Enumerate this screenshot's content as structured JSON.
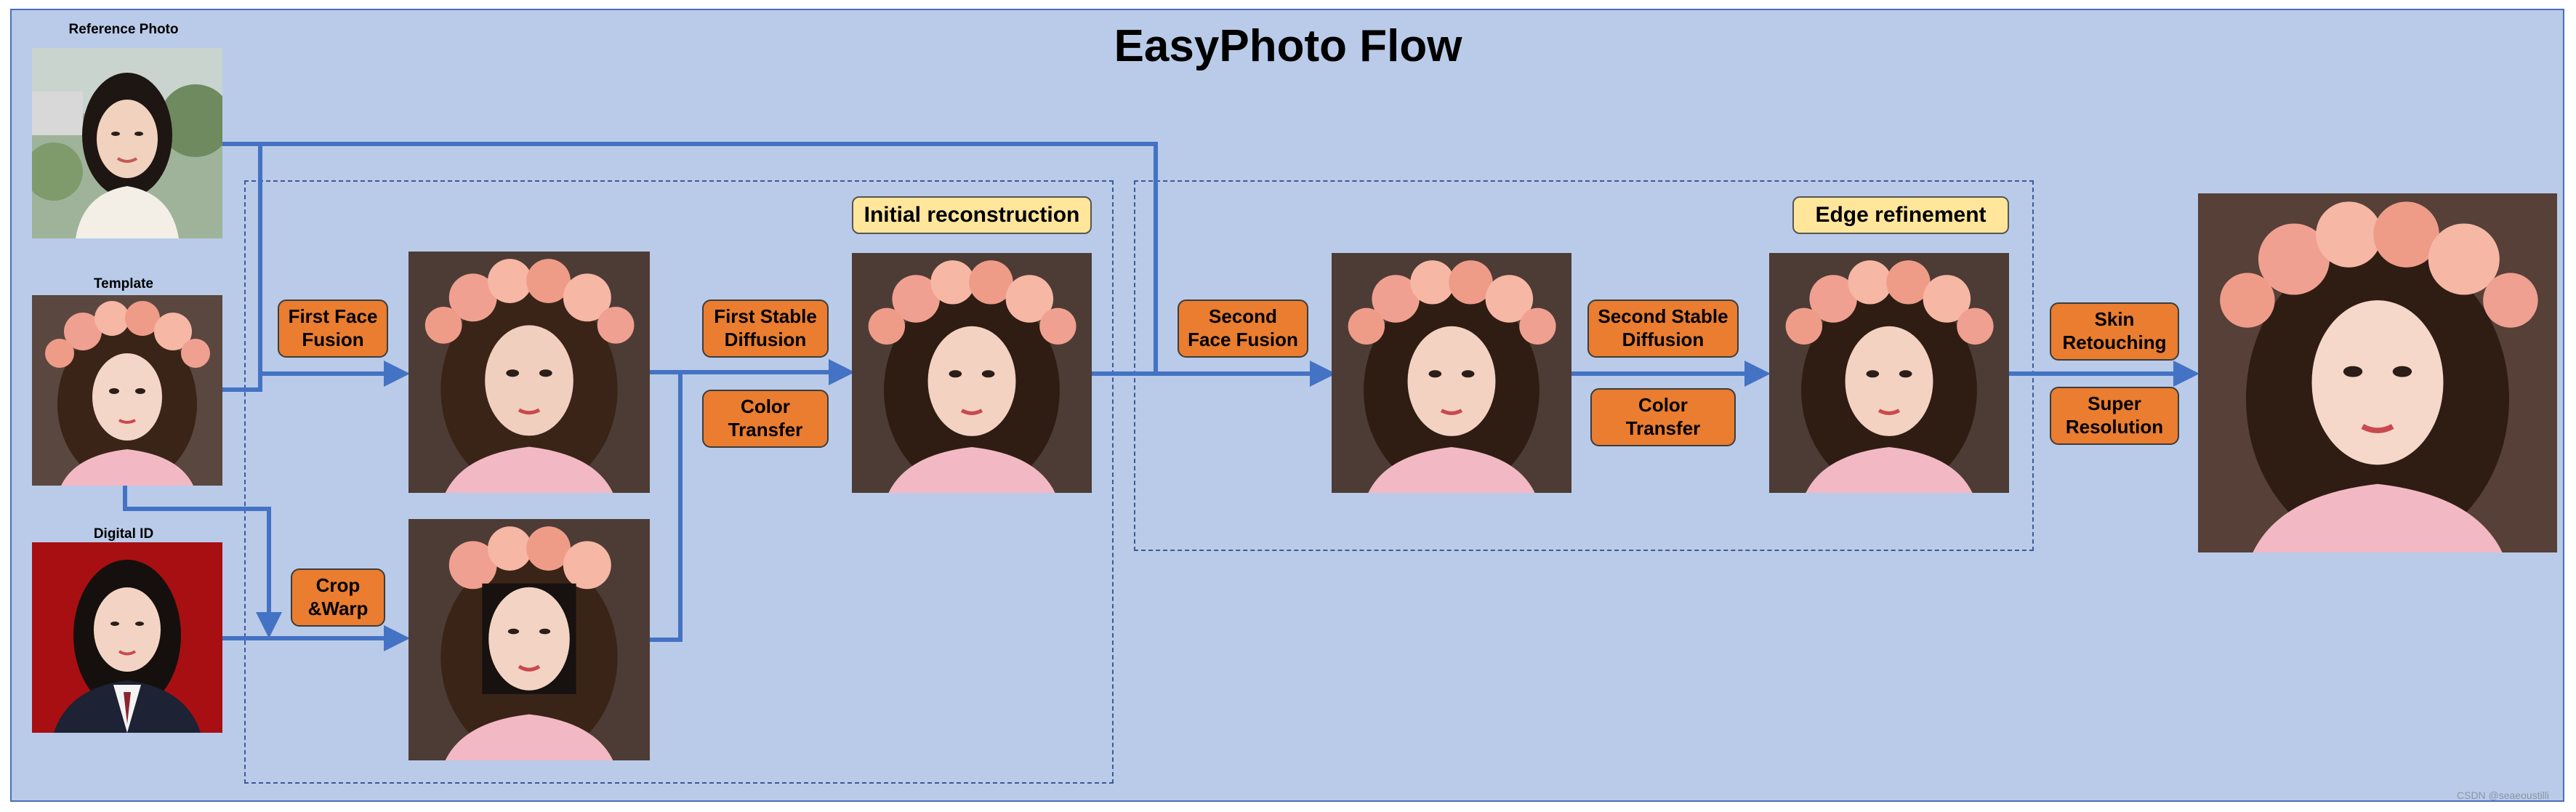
{
  "title": "EasyPhoto Flow",
  "inputs": {
    "reference_photo": "Reference Photo",
    "template": "Template",
    "digital_id": "Digital ID"
  },
  "steps": {
    "first_face_fusion": "First Face\nFusion",
    "crop_warp": "Crop\n&Warp",
    "first_stable_diffusion": "First Stable\nDiffusion",
    "color_transfer_1": "Color\nTransfer",
    "second_face_fusion": "Second\nFace Fusion",
    "second_stable_diffusion": "Second Stable\nDiffusion",
    "color_transfer_2": "Color\nTransfer",
    "skin_retouching": "Skin\nRetouching",
    "super_resolution": "Super\nResolution"
  },
  "stages": {
    "initial_reconstruction": "Initial reconstruction",
    "edge_refinement": "Edge refinement"
  },
  "watermark": "CSDN @seaeoustilli",
  "colors": {
    "background": "#b9cbe8",
    "border": "#4a6fb5",
    "arrow": "#4472c4",
    "step_box": "#ea7d2f",
    "stage_label": "#ffe69a",
    "dashed_frame": "#3d5a96"
  }
}
